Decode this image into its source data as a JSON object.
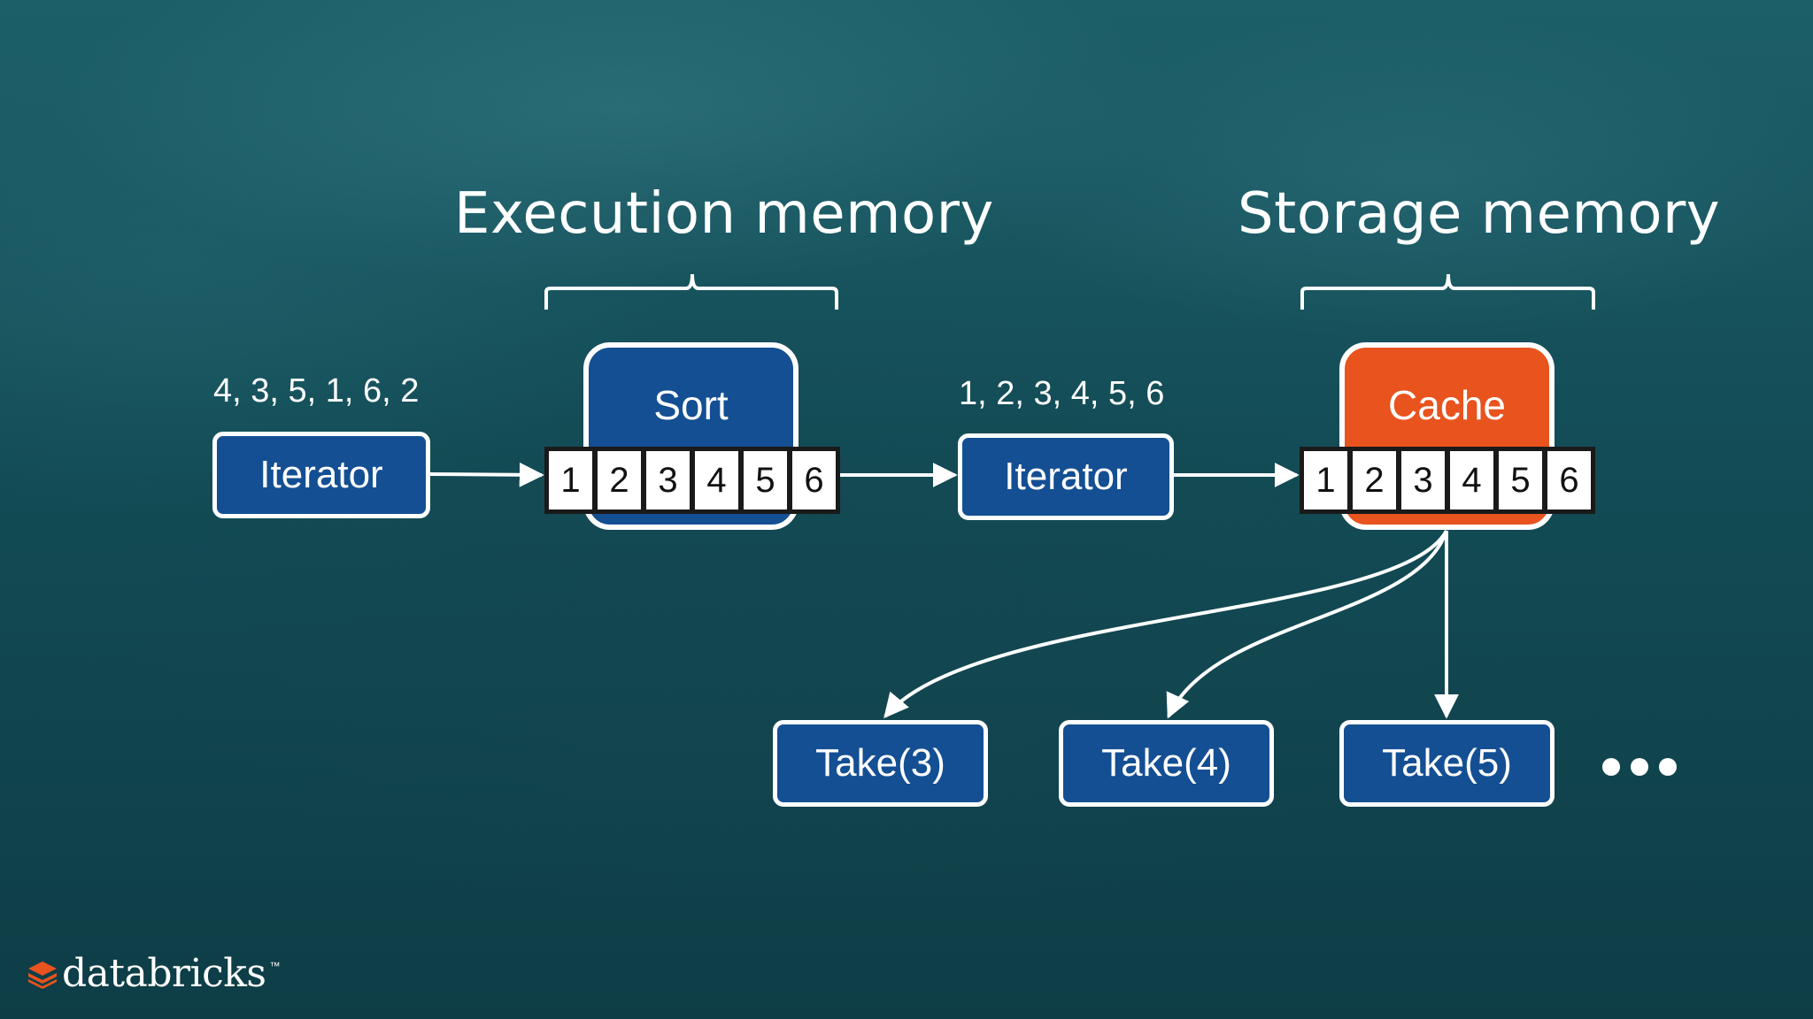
{
  "headings": {
    "execution": "Execution memory",
    "storage": "Storage memory"
  },
  "sequences": {
    "unsorted": "4, 3, 5, 1, 6, 2",
    "sorted": "1, 2, 3, 4, 5, 6"
  },
  "nodes": {
    "iterator_1": "Iterator",
    "sort": "Sort",
    "iterator_2": "Iterator",
    "cache": "Cache"
  },
  "sort_cells": [
    "1",
    "2",
    "3",
    "4",
    "5",
    "6"
  ],
  "cache_cells": [
    "1",
    "2",
    "3",
    "4",
    "5",
    "6"
  ],
  "takes": [
    "Take(3)",
    "Take(4)",
    "Take(5)"
  ],
  "logo": {
    "text": "databricks",
    "mark": "databricks-logo-icon"
  },
  "colors": {
    "node_blue": "#144f93",
    "cache_orange": "#e8531e",
    "background": "#134c56"
  }
}
